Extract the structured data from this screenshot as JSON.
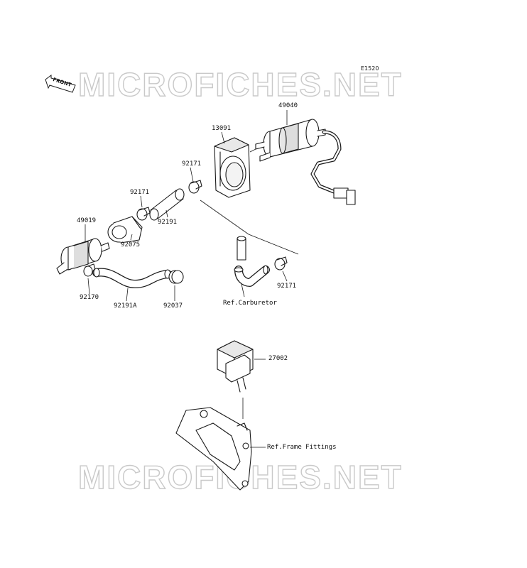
{
  "diagram": {
    "code": "E1520",
    "front_label": "FRONT",
    "watermarks": [
      "MICROFICHES.NET",
      "MICROFICHES.NET"
    ],
    "parts": [
      {
        "number": "49040"
      },
      {
        "number": "13091"
      },
      {
        "number": "92171"
      },
      {
        "number": "92171"
      },
      {
        "number": "92191"
      },
      {
        "number": "49019"
      },
      {
        "number": "92075"
      },
      {
        "number": "92170"
      },
      {
        "number": "92191A"
      },
      {
        "number": "92037"
      },
      {
        "number": "92171"
      },
      {
        "number": "27002"
      }
    ],
    "references": [
      "Ref.Carburetor",
      "Ref.Frame Fittings"
    ]
  },
  "colors": {
    "line": "#1a1a1a",
    "part_fill": "#ffffff",
    "shade": "#d8d8d8",
    "watermark_stroke": "#c9c9c9"
  }
}
